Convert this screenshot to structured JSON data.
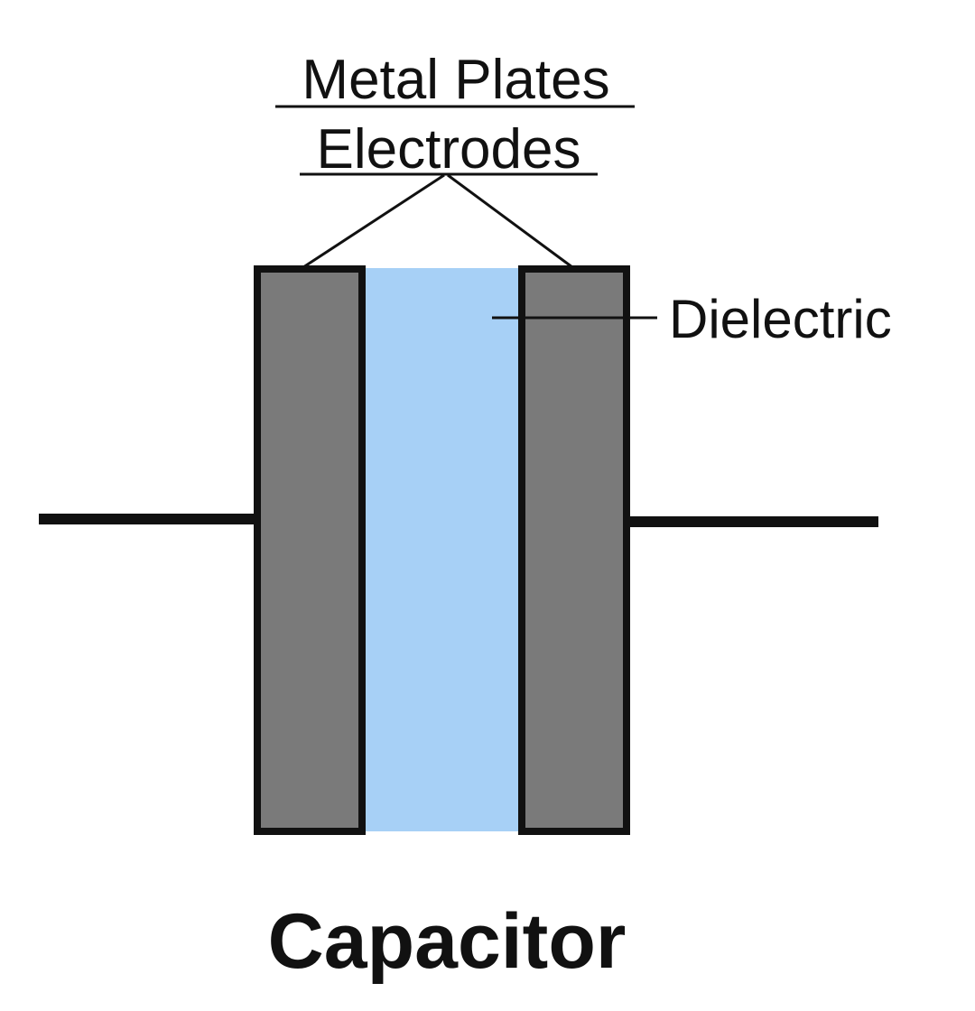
{
  "labels": {
    "metal_plates": "Metal Plates",
    "electrodes": "Electrodes",
    "dielectric": "Dielectric",
    "caption": "Capacitor"
  },
  "colors": {
    "background": "#ffffff",
    "plate_fill": "#7a7a7a",
    "plate_outline": "#111111",
    "dielectric_fill": "#a7d0f6",
    "wire": "#111111",
    "text": "#111111"
  }
}
